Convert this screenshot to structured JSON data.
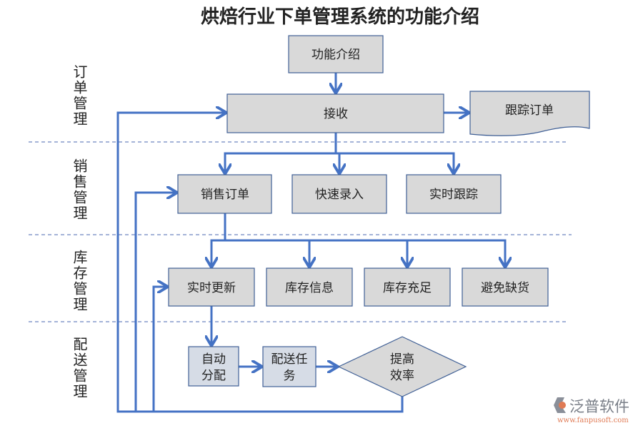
{
  "title": "烘焙行业下单管理系统的功能介绍",
  "sections": [
    {
      "label": "订单管理"
    },
    {
      "label": "销售管理"
    },
    {
      "label": "库存管理"
    },
    {
      "label": "配送管理"
    }
  ],
  "nodes": {
    "intro": "功能介绍",
    "receive": "接收",
    "track_order": "跟踪订单",
    "sales_order": "销售订单",
    "quick_entry": "快速录入",
    "realtime_track": "实时跟踪",
    "realtime_update": "实时更新",
    "stock_info": "库存信息",
    "stock_sufficient": "库存充足",
    "avoid_shortage": "避免缺货",
    "auto_assign_1": "自动",
    "auto_assign_2": "分配",
    "delivery_task_1": "配送任",
    "delivery_task_2": "务",
    "efficiency_1": "提高",
    "efficiency_2": "效率"
  },
  "logo": {
    "name": "泛普软件",
    "url": "www.fanpusoft.com"
  },
  "colors": {
    "line": "#4472c4",
    "box": "#d9d9d9",
    "box_alt": "#d6dce6",
    "logo": "#e07b55"
  }
}
